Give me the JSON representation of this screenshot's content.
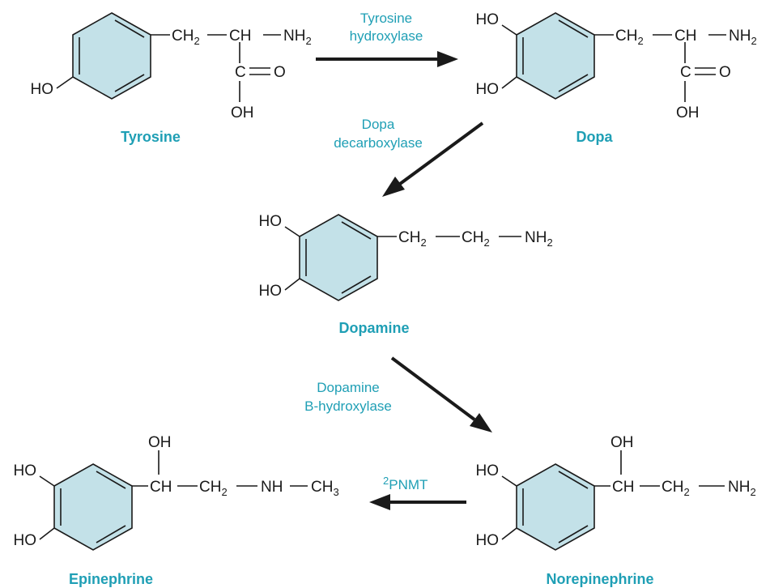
{
  "colors": {
    "ring_fill": "#c3e1e8",
    "label_color": "#1f9fb5",
    "ink": "#1a1a1a"
  },
  "compounds": {
    "tyrosine": {
      "name": "Tyrosine",
      "ho": "HO",
      "ch2": "CH",
      "ch2_sub": "2",
      "ch": "CH",
      "nh2": "NH",
      "nh2_sub": "2",
      "c": "C",
      "o": "O",
      "oh": "OH"
    },
    "dopa": {
      "name": "Dopa",
      "ho_top": "HO",
      "ho_bottom": "HO",
      "ch2": "CH",
      "ch2_sub": "2",
      "ch": "CH",
      "nh2": "NH",
      "nh2_sub": "2",
      "c": "C",
      "o": "O",
      "oh": "OH"
    },
    "dopamine": {
      "name": "Dopamine",
      "ho_top": "HO",
      "ho_bottom": "HO",
      "ch2a": "CH",
      "ch2a_sub": "2",
      "ch2b": "CH",
      "ch2b_sub": "2",
      "nh2": "NH",
      "nh2_sub": "2"
    },
    "norepinephrine": {
      "name": "Norepinephrine",
      "ho_top": "HO",
      "ho_bottom": "HO",
      "oh": "OH",
      "ch": "CH",
      "ch2": "CH",
      "ch2_sub": "2",
      "nh2": "NH",
      "nh2_sub": "2"
    },
    "epinephrine": {
      "name": "Epinephrine",
      "ho_top": "HO",
      "ho_bottom": "HO",
      "oh": "OH",
      "ch": "CH",
      "ch2": "CH",
      "ch2_sub": "2",
      "nh": "NH",
      "ch3": "CH",
      "ch3_sub": "3"
    }
  },
  "enzymes": {
    "tyrosine_hydroxylase": {
      "line1": "Tyrosine",
      "line2": "hydroxylase"
    },
    "dopa_decarboxylase": {
      "line1": "Dopa",
      "line2": "decarboxylase"
    },
    "dopamine_hydroxylase": {
      "line1": "Dopamine",
      "line2": "B-hydroxylase"
    },
    "pnmt": {
      "sup": "2",
      "label": "PNMT"
    }
  }
}
